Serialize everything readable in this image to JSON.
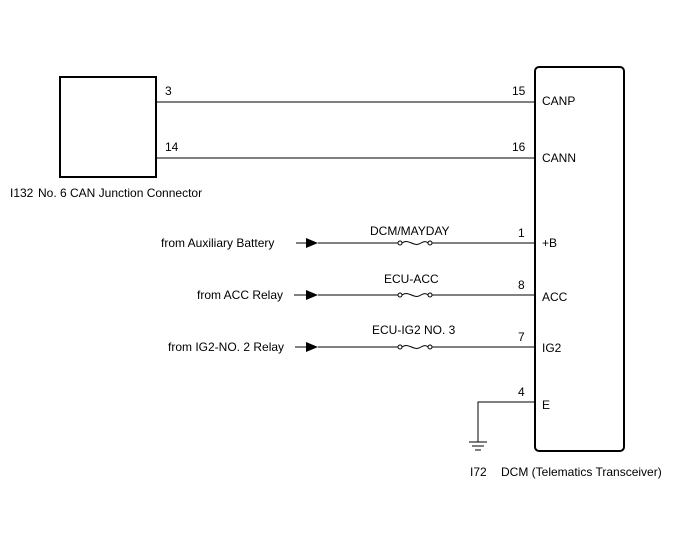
{
  "junction": {
    "code": "I132",
    "name": "No. 6 CAN Junction Connector",
    "pins": {
      "canp": "3",
      "cann": "14"
    }
  },
  "dcm": {
    "code": "I72",
    "name": "DCM (Telematics Transceiver)",
    "pins": {
      "canp": {
        "num": "15",
        "label": "CANP"
      },
      "cann": {
        "num": "16",
        "label": "CANN"
      },
      "b": {
        "num": "1",
        "label": "+B"
      },
      "acc": {
        "num": "8",
        "label": "ACC"
      },
      "ig2": {
        "num": "7",
        "label": "IG2"
      },
      "e": {
        "num": "4",
        "label": "E"
      }
    }
  },
  "sources": {
    "b": {
      "from": "from Auxiliary Battery",
      "fuse": "DCM/MAYDAY"
    },
    "acc": {
      "from": "from ACC Relay",
      "fuse": "ECU-ACC"
    },
    "ig2": {
      "from": "from IG2-NO. 2 Relay",
      "fuse": "ECU-IG2 NO. 3"
    }
  }
}
